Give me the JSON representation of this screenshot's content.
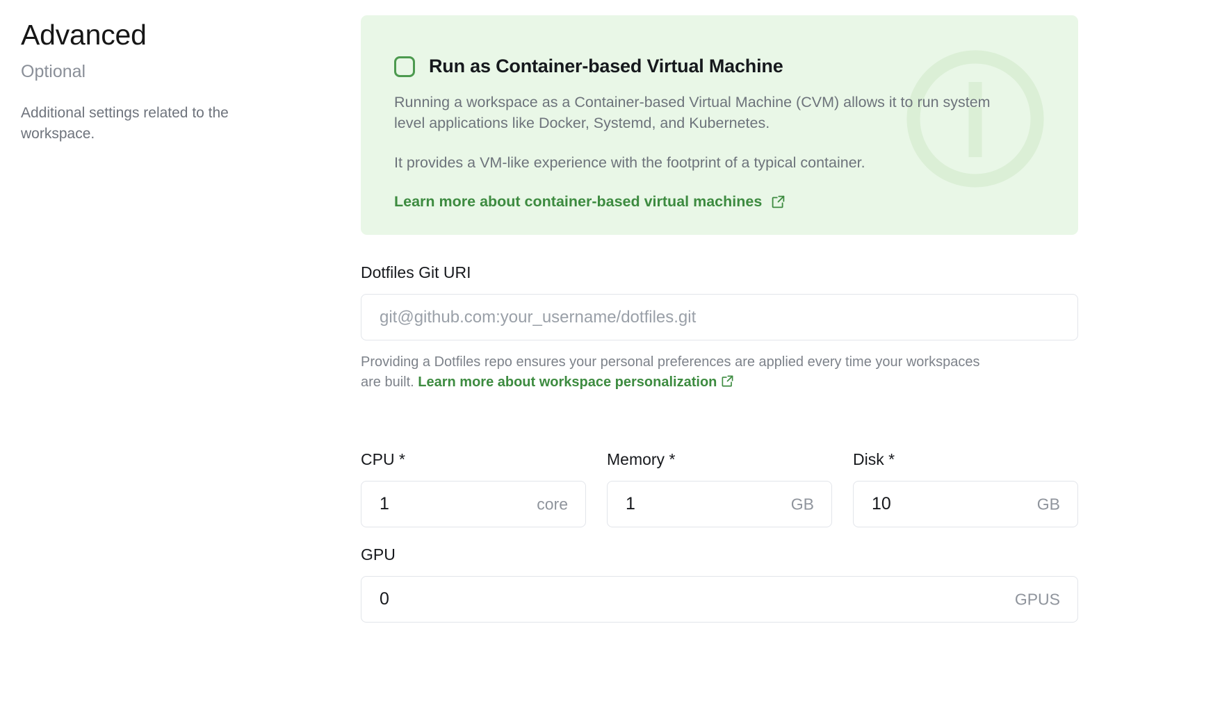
{
  "sidebar": {
    "title": "Advanced",
    "subtitle": "Optional",
    "description": "Additional settings related to the workspace."
  },
  "callout": {
    "checkbox_label": "Run as Container-based Virtual Machine",
    "checkbox_checked": false,
    "paragraph_1": "Running a workspace as a Container-based Virtual Machine (CVM) allows it to run system level applications like Docker, Systemd, and Kubernetes.",
    "paragraph_2": "It provides a VM-like experience with the footprint of a typical container.",
    "link_label": "Learn more about container-based virtual machines",
    "background_color": "#e9f7e7",
    "accent_color": "#3d8b40",
    "watermark_icon": "info-icon"
  },
  "dotfiles": {
    "label": "Dotfiles Git URI",
    "value": "",
    "placeholder": "git@github.com:your_username/dotfiles.git",
    "helper_text_before": "Providing a Dotfiles repo ensures your personal preferences are applied every time your workspaces are built. ",
    "helper_link_label": "Learn more about workspace personalization"
  },
  "resources": {
    "cpu": {
      "label": "CPU *",
      "value": "1",
      "unit": "core"
    },
    "memory": {
      "label": "Memory *",
      "value": "1",
      "unit": "GB"
    },
    "disk": {
      "label": "Disk *",
      "value": "10",
      "unit": "GB"
    },
    "gpu": {
      "label": "GPU",
      "value": "0",
      "unit": "GPUS"
    }
  }
}
